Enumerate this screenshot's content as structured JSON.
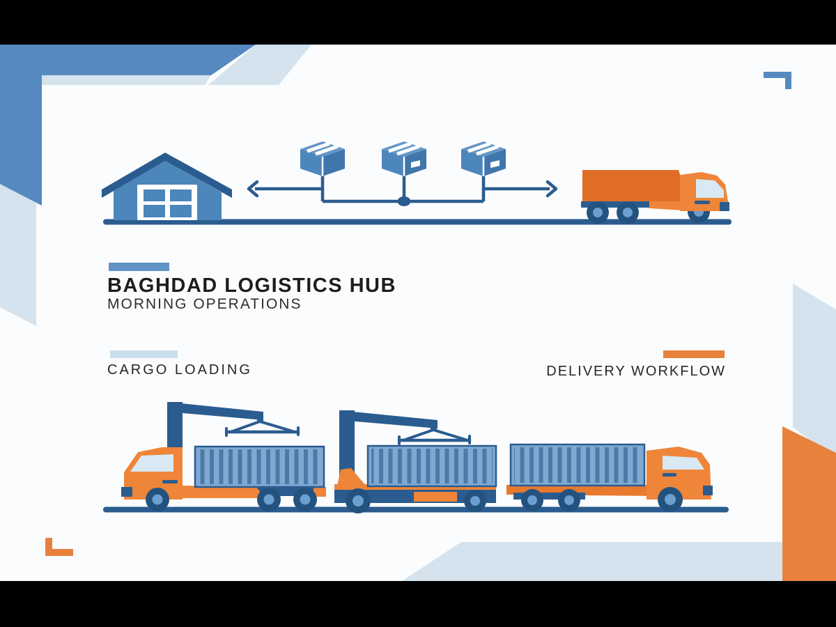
{
  "header": {
    "title": "BAGHDAD LOGISTICS HUB",
    "subtitle": "MORNING OPERATIONS"
  },
  "sections": {
    "cargo": {
      "label": "CARGO LOADING",
      "accent_color": "#c9deeb"
    },
    "delivery": {
      "label": "DELIVERY WORKFLOW",
      "accent_color": "#e8813c"
    }
  },
  "scene_top": {
    "icons": [
      "warehouse-icon",
      "parcel-icon",
      "parcel-icon",
      "parcel-icon",
      "delivery-truck-icon",
      "left-arrow-icon",
      "right-arrow-icon"
    ]
  },
  "scene_bottom": {
    "icons": [
      "gantry-crane-icon",
      "container-truck-icon",
      "gantry-crane-icon",
      "flatbed-trailer-icon",
      "container-truck-icon"
    ]
  },
  "colors": {
    "navy": "#2b5c8f",
    "wheel": "#24527f",
    "hub": "#6b9fd0",
    "mid_blue": "#4d86bb",
    "box_top": "#6496c8",
    "box_side": "#3f76ac",
    "container": "#7fa9d0",
    "container_rib": "#4a7aa8",
    "orange": "#ef8538",
    "dark_orange": "#e06d26",
    "mid_orange": "#e8792f",
    "windshield": "#d8e9f3",
    "frame_blue": "#5589bf",
    "frame_light": "#d4e3ed",
    "accent_blue": "#6193c6",
    "accent_light": "#c9deeb",
    "accent_orange": "#e8813c",
    "bar_black": "#000000",
    "canvas": "#fbfcfd",
    "text": "#1d1d1d",
    "text_soft": "#2e2e2e"
  }
}
